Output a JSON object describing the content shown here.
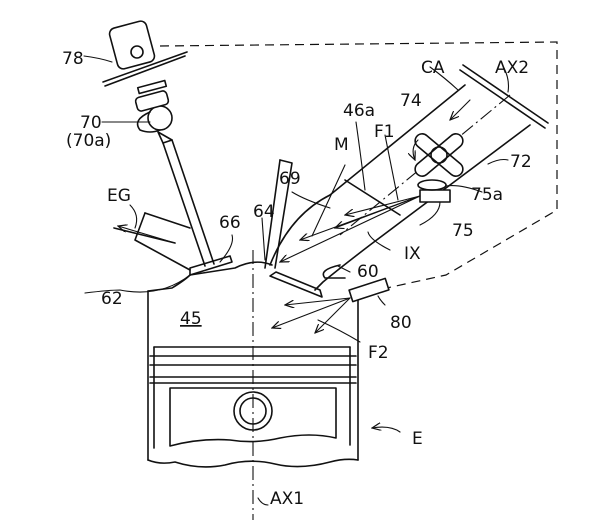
{
  "figure": {
    "type": "patent-drawing",
    "subject": "engine cylinder cross-section with intake port injector and direct injector",
    "labels": {
      "l78": "78",
      "l70": "70",
      "l70a": "(70a)",
      "lEG": "EG",
      "l66": "66",
      "l64": "64",
      "l69": "69",
      "lM": "M",
      "l46a": "46a",
      "lF1": "F1",
      "l74": "74",
      "lCA": "CA",
      "lAX2": "AX2",
      "l72": "72",
      "l75a": "75a",
      "l75": "75",
      "lIX": "IX",
      "l60": "60",
      "l62": "62",
      "l45": "45",
      "l80": "80",
      "lF2": "F2",
      "lE": "E",
      "lAX1": "AX1"
    }
  }
}
